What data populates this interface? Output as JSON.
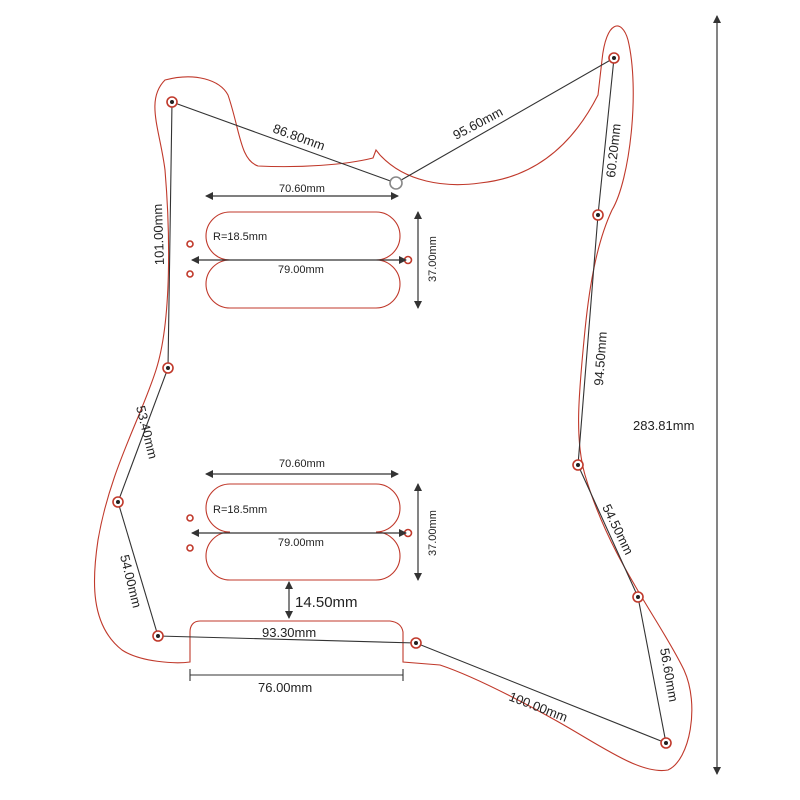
{
  "diagram": {
    "overall_height": "283.81mm",
    "perimeter": {
      "top_left": "86.80mm",
      "top_right": "95.60mm",
      "right_upper": "60.20mm",
      "right_middle": "94.50mm",
      "right_lower": "54.50mm",
      "right_bottom": "56.60mm",
      "bottom_right": "100.00mm",
      "left_upper": "101.00mm",
      "left_middle": "53.40mm",
      "left_lower": "54.00mm"
    },
    "neck_pickup": {
      "width_top": "70.60mm",
      "width_center": "79.00mm",
      "height": "37.00mm",
      "radius": "R=18.5mm"
    },
    "bridge_pickup": {
      "width_top": "70.60mm",
      "width_center": "79.00mm",
      "height": "37.00mm",
      "radius": "R=18.5mm"
    },
    "pickup_gap": "14.50mm",
    "bottom_edge": "93.30mm",
    "bottom_cutout_width": "76.00mm",
    "colors": {
      "outline": "#c0392b",
      "dimension": "#333333",
      "text": "#222222"
    }
  }
}
